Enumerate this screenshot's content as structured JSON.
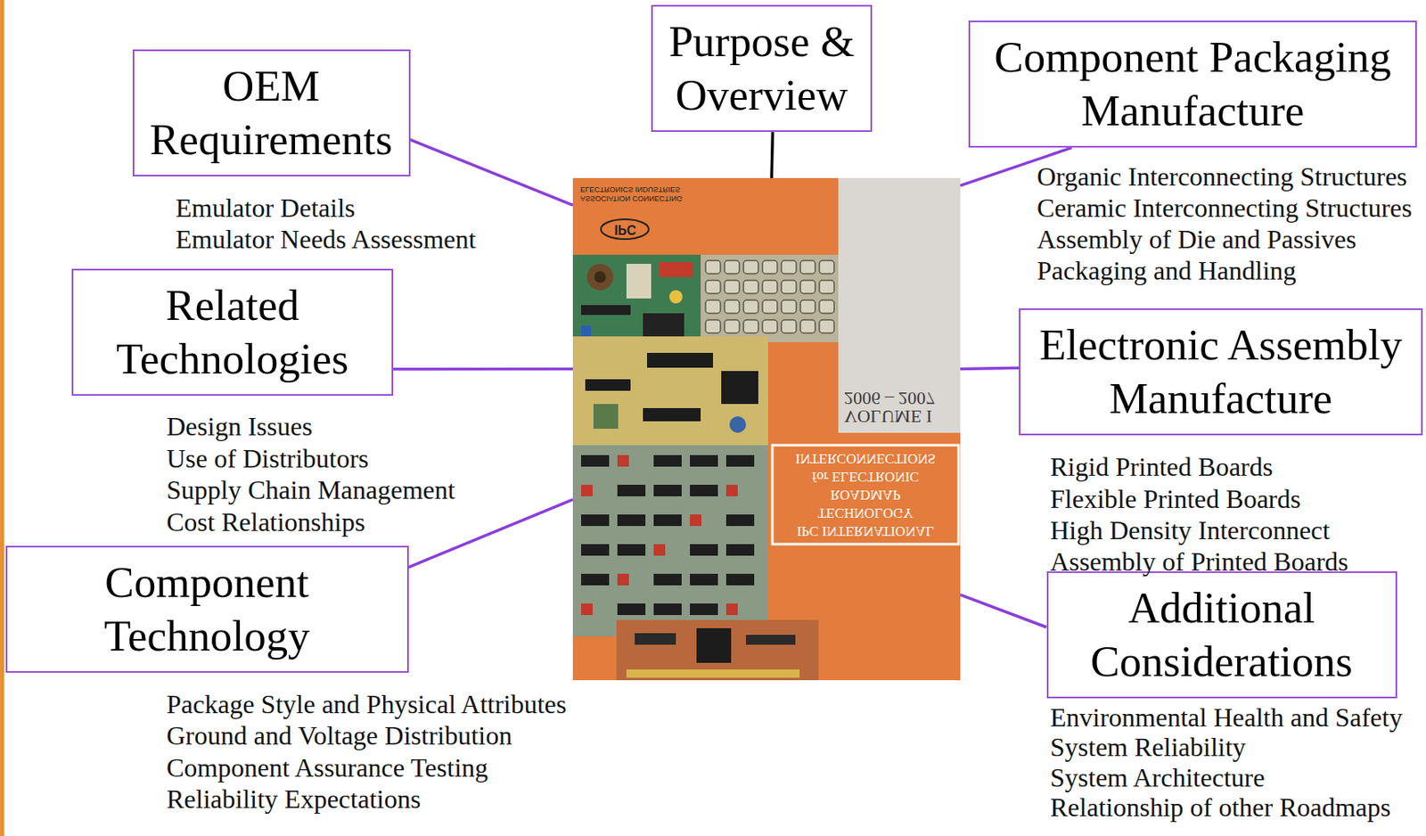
{
  "diagram": {
    "nodes": [
      {
        "text": [
          "OEM Requirements"
        ]
      },
      {
        "text": [
          "Purpose & Overview"
        ]
      },
      {
        "text": [
          "Component Packaging Manufacture"
        ]
      },
      {
        "text": [
          "Related Technologies"
        ]
      },
      {
        "text": [
          "IPC INTERNATIONAL TECHNOLOGY ROADMAP",
          "for ELECTRONIC INTERCONNECTIONS",
          "VOLUME I 2006 – 2007",
          "IPC",
          "ASSOCIATION CONNECTING ELECTRONICS INDUSTRIES"
        ]
      },
      {
        "text": [
          "Electronic Assembly Manufacture"
        ]
      },
      {
        "text": [
          "Component Technology"
        ]
      },
      {
        "text": [
          "Additional Considerations"
        ]
      }
    ],
    "edges": [
      {
        "from": 0,
        "to": 4,
        "arrow": "none"
      },
      {
        "from": 1,
        "to": 4,
        "arrow": "none"
      },
      {
        "from": 2,
        "to": 4,
        "arrow": "none"
      },
      {
        "from": 3,
        "to": 4,
        "arrow": "none"
      },
      {
        "from": 5,
        "to": 4,
        "arrow": "none"
      },
      {
        "from": 6,
        "to": 4,
        "arrow": "none"
      },
      {
        "from": 7,
        "to": 4,
        "arrow": "none"
      }
    ],
    "labels": [
      "Emulator Details",
      "Emulator Needs Assessment",
      "Organic Interconnecting Structures",
      "Ceramic Interconnecting Structures",
      "Assembly of Die and Passives",
      "Packaging and Handling",
      "Design Issues",
      "Use of Distributors",
      "Supply Chain Management",
      "Cost Relationships",
      "Rigid Printed Boards",
      "Flexible Printed Boards",
      "High Density Interconnect",
      "Assembly of Printed Boards",
      "Package Style and Physical Attributes",
      "Ground and Voltage Distribution",
      "Component Assurance Testing",
      "Reliability Expectations",
      "Environmental Health and Safety",
      "System Reliability",
      "System Architecture",
      "Relationship of other Roadmaps"
    ]
  }
}
